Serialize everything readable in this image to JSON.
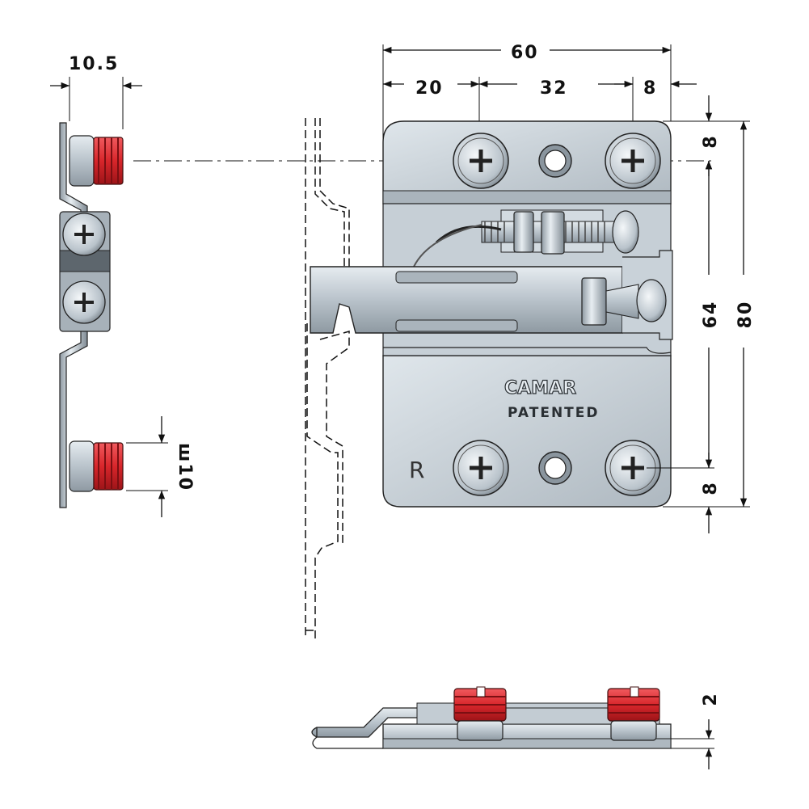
{
  "dimensions": {
    "side_thickness": "10.5",
    "overall_width": "60",
    "seg_left": "20",
    "seg_mid": "32",
    "seg_right": "8",
    "top_offset": "8",
    "hole_spacing": "64",
    "overall_height": "80",
    "bottom_offset": "8",
    "dowel_diameter": "ш10",
    "plate_thickness": "2"
  },
  "plate": {
    "brand": "CAMAR",
    "stamp": "PATENTED",
    "side_mark": "R"
  },
  "colors": {
    "dowel_red": "#d8262b",
    "steel": "#b7c1c9",
    "steel_dark": "#5d666d",
    "line": "#1a1a1a"
  },
  "icons": [
    "phillips-screw-icon",
    "dowel-icon",
    "mounting-hole-icon"
  ]
}
